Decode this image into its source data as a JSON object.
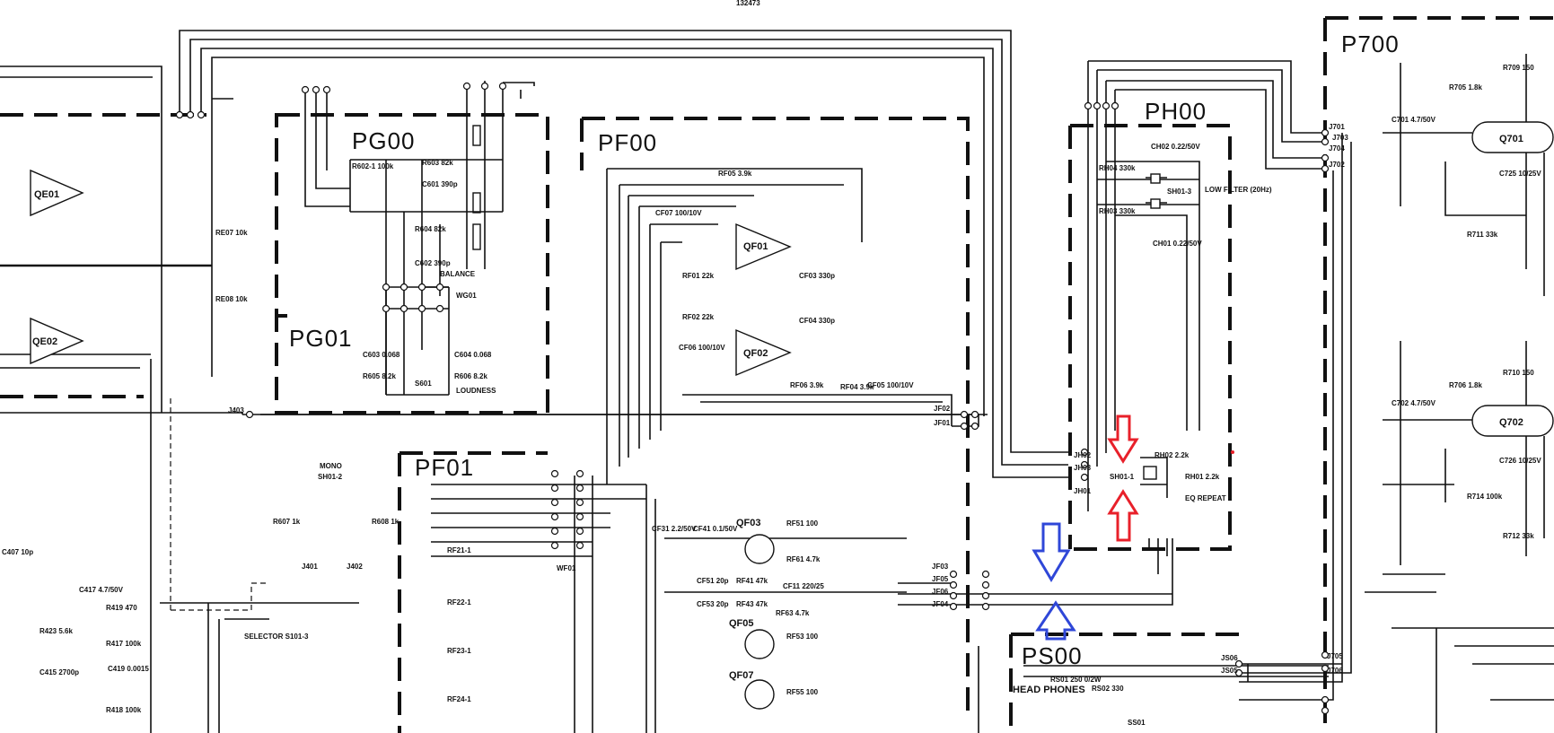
{
  "top_label": "132473",
  "blocks": {
    "pg00": "PG00",
    "pg01": "PG01",
    "pf00": "PF00",
    "pf01": "PF01",
    "ph00": "PH00",
    "p700": "P700",
    "ps00": "PS00"
  },
  "amps": {
    "qe01": "QE01",
    "qe02": "QE02",
    "qf01": "QF01",
    "qf02": "QF02",
    "qf03": "QF03",
    "qf05": "QF05",
    "qf07": "QF07",
    "q701": "Q701",
    "q702": "Q702"
  },
  "labels": {
    "balance": "BALANCE",
    "loudness": "LOUDNESS",
    "wg01": "WG01",
    "s601": "S601",
    "mono": "MONO",
    "sh01_2": "SH01-2",
    "sh01_1": "SH01-1",
    "sh01_3": "SH01-3",
    "low_filter": "LOW FILTER (20Hz)",
    "eq_repeat": "EQ REPEAT",
    "selector": "SELECTOR S101-3",
    "headphones": "HEAD PHONES",
    "j403": "J403",
    "j401": "J401",
    "j402": "J402",
    "jf01": "JF01",
    "jf02": "JF02",
    "jf03": "JF03",
    "jf04": "JF04",
    "jf05": "JF05",
    "jf06": "JF06",
    "jh01": "JH01",
    "jh02": "JH02",
    "jh03": "JH03",
    "j701": "J701",
    "j702": "J702",
    "j703": "J703",
    "j704": "J704",
    "j705": "J705",
    "j706": "J706",
    "js05": "JS05",
    "js06": "JS06",
    "rf06": "RF06 3.9k",
    "rf04": "RF04 3.9k",
    "cf05": "CF05 100/10V",
    "cf04": "CF04 330p",
    "cf03": "CF03 330p",
    "rf05": "RF05 3.9k",
    "cf07": "CF07 100/10V",
    "rf01": "RF01 22k",
    "rf02": "RF02 22k",
    "cf06": "CF06 100/10V",
    "re07": "RE07 10k",
    "re08": "RE08 10k",
    "r602": "R602-1 100k",
    "r603": "R603 82k",
    "c601": "C601 390p",
    "r604": "R604 82k",
    "c602": "C602 390p",
    "c603": "C603 0.068",
    "c604": "C604 0.068",
    "r605": "R605 8.2k",
    "r606": "R606 8.2k",
    "rh04": "RH04 330k",
    "rh03": "RH03 330k",
    "ch02": "CH02 0.22/50V",
    "ch01": "CH01 0.22/50V",
    "rh02": "RH02 2.2k",
    "rh01": "RH01 2.2k",
    "r709": "R709 150",
    "r710": "R710 150",
    "r705": "R705 1.8k",
    "r706": "R706 1.8k",
    "c701": "C701 4.7/50V",
    "c702": "C702 4.7/50V",
    "c725": "C725 10/25V",
    "c726": "C726 10/25V",
    "r711": "R711 33k",
    "r712": "R712 33k",
    "r714": "R714 100k",
    "cf31": "CF31 2.2/50V",
    "cf41": "CF41 0.1/50V",
    "rf51": "RF51 100",
    "rf61": "RF61 4.7k",
    "rf41": "RF41 47k",
    "rf43": "RF43 47k",
    "cf51": "CF51 20p",
    "cf53": "CF53 20p",
    "cf11": "CF11 220/25",
    "rf63": "RF63 4.7k",
    "rf53": "RF53 100",
    "rf55": "RF55 100",
    "rf21": "RF21-1",
    "rf22": "RF22-1",
    "rf23": "RF23-1",
    "rf24": "RF24-1",
    "wf01": "WF01",
    "c407": "C407 10p",
    "c417": "C417 4.7/50V",
    "r419": "R419 470",
    "r417": "R417 100k",
    "c419": "C419 0.0015",
    "c415": "C415 2700p",
    "r423": "R423 5.6k",
    "r418": "R418 100k",
    "r607": "R607 1k",
    "r608": "R608 1k",
    "rs01": "RS01 250 0/2W",
    "rs02": "RS02 330",
    "ss01": "SS01"
  },
  "colors": {
    "ink": "#111111",
    "arrow_red": "#e8202a",
    "arrow_blue": "#2f47d8"
  }
}
